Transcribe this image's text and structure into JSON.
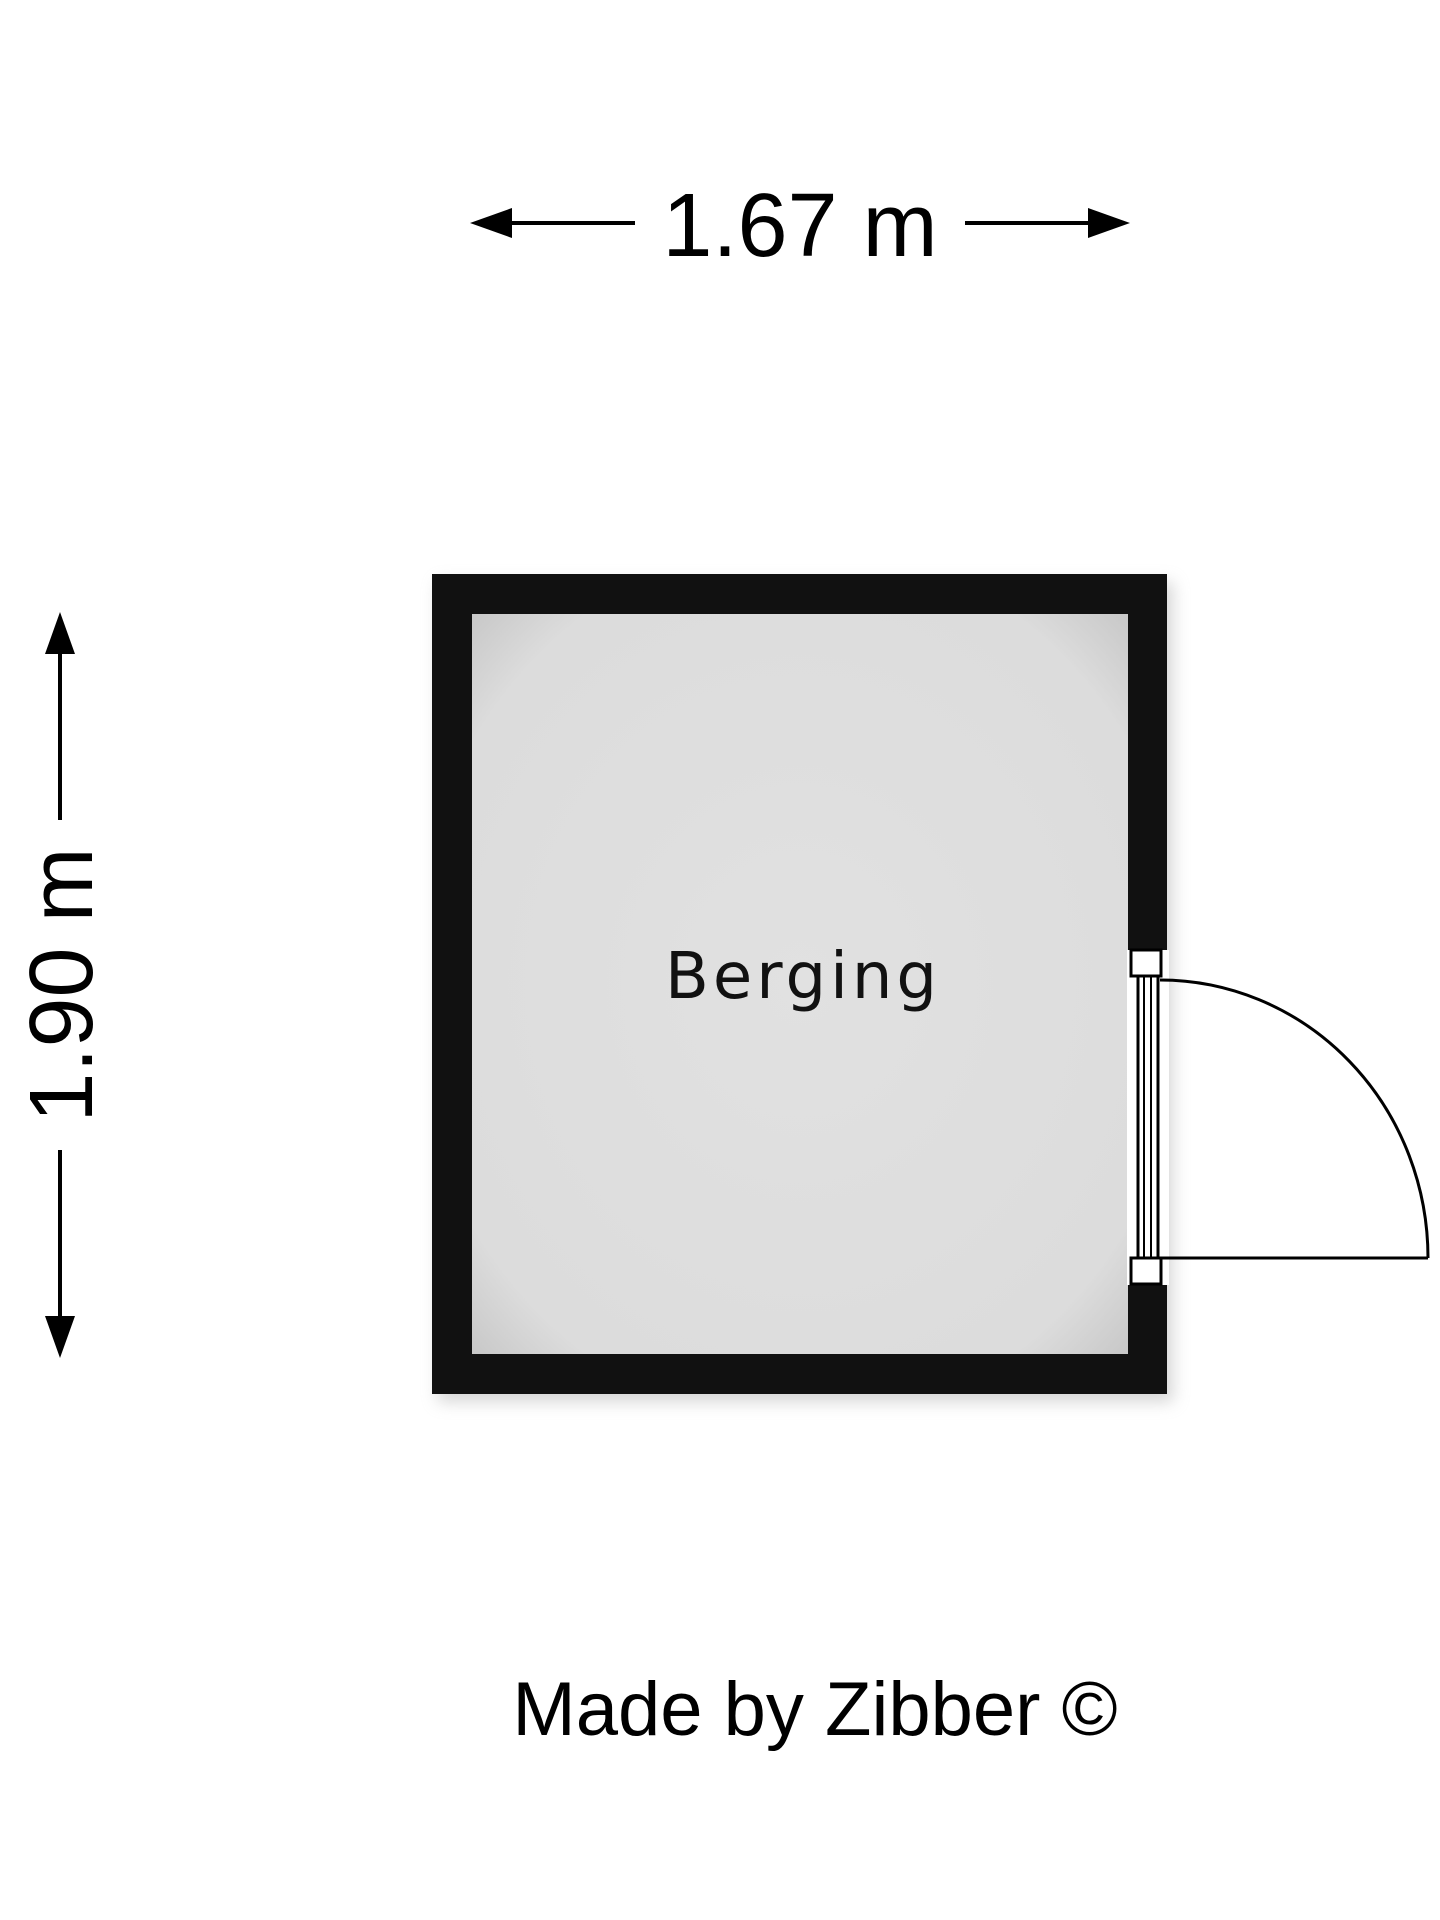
{
  "floorplan": {
    "width_label": "1.67 m",
    "height_label": "1.90 m",
    "room_name": "Berging",
    "credit": "Made by Zibber ©",
    "colors": {
      "wall": "#111111",
      "floor": "#dddddd",
      "door": "#ffffff",
      "line": "#000000"
    }
  }
}
